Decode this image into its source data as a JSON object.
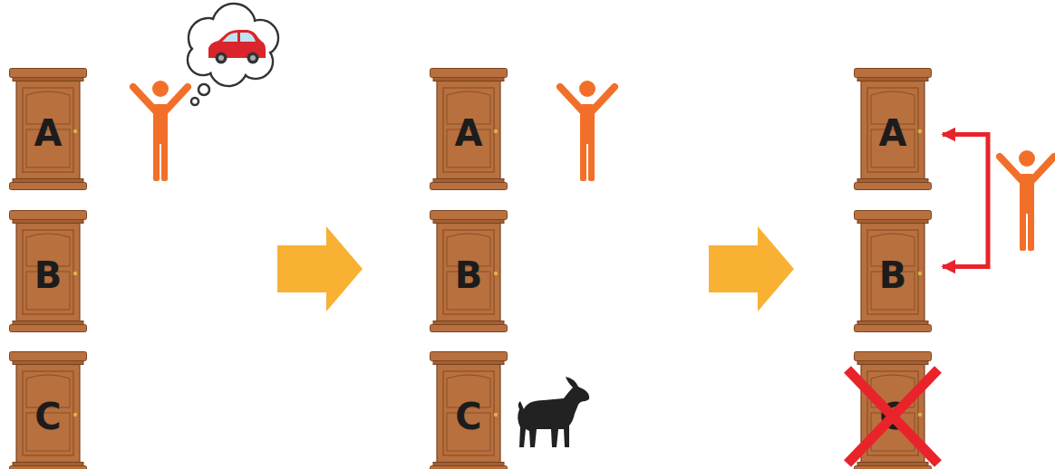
{
  "diagram": {
    "nodes": [
      {
        "text": [
          "A"
        ]
      },
      {
        "text": [
          "B"
        ]
      },
      {
        "text": [
          "C"
        ]
      },
      {
        "text": [
          "A"
        ]
      },
      {
        "text": [
          "B"
        ]
      },
      {
        "text": [
          "C"
        ]
      },
      {
        "text": [
          "A"
        ]
      },
      {
        "text": [
          "B"
        ]
      },
      {
        "text": [
          "C"
        ]
      }
    ],
    "edges": [
      {
        "from": 6,
        "to": 7,
        "arrow": "both"
      }
    ]
  }
}
